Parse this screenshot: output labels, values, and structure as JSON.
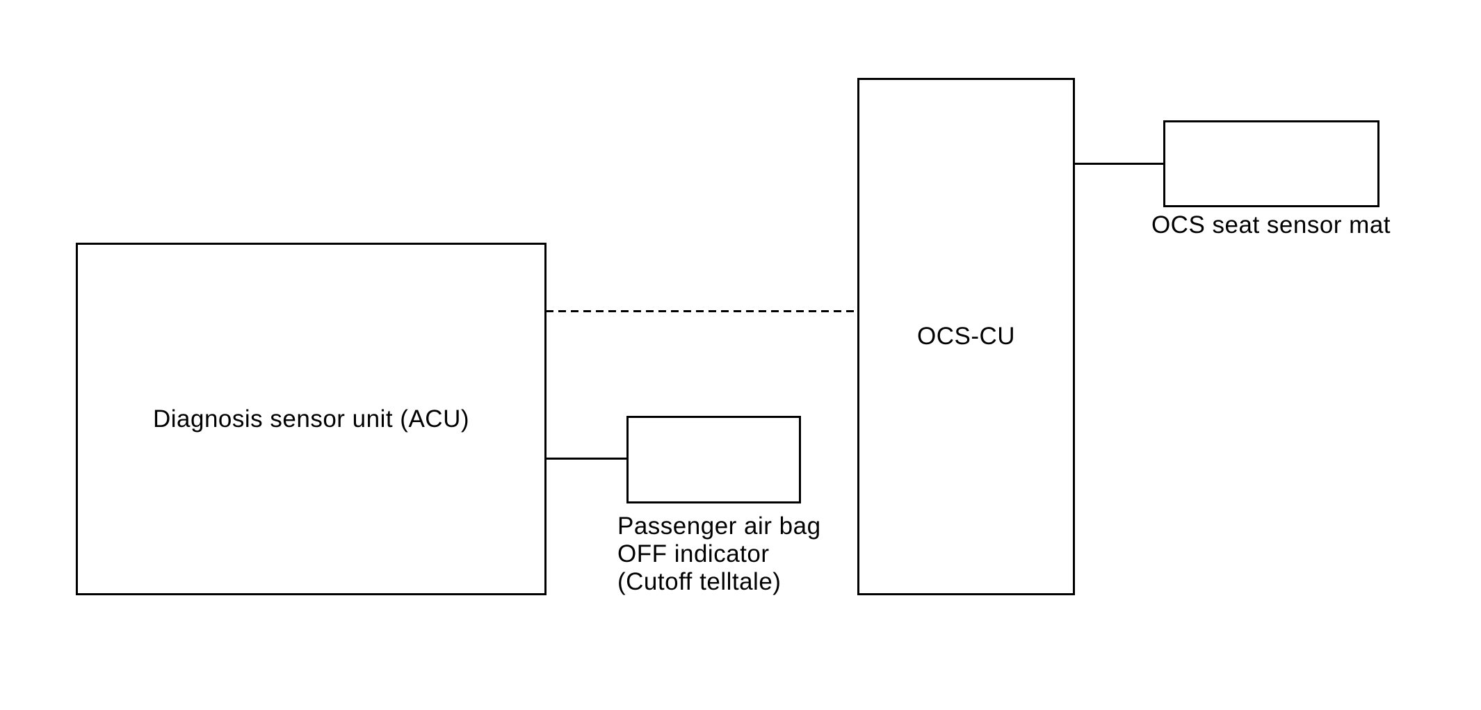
{
  "diagram": {
    "background_color": "#ffffff",
    "line_color": "#000000",
    "text_color": "#000000",
    "nodes": [
      {
        "id": "diagnosis-sensor-unit",
        "label": "Diagnosis sensor unit (ACU)",
        "shape": "rect",
        "label_placement": "inside"
      },
      {
        "id": "ocs-cu",
        "label": "OCS-CU",
        "shape": "rect",
        "label_placement": "inside"
      },
      {
        "id": "ocs-seat-sensor-mat",
        "label": "OCS seat sensor mat",
        "shape": "rect",
        "label_placement": "below"
      },
      {
        "id": "passenger-airbag-off-indicator",
        "label": "Passenger air bag OFF indicator (Cutoff telltale)",
        "label_lines": [
          "Passenger air bag",
          "OFF indicator",
          "(Cutoff telltale)"
        ],
        "shape": "rect",
        "label_placement": "below"
      }
    ],
    "connections": [
      {
        "from": "diagnosis-sensor-unit",
        "to": "ocs-cu",
        "style": "dashed"
      },
      {
        "from": "diagnosis-sensor-unit",
        "to": "passenger-airbag-off-indicator",
        "style": "solid"
      },
      {
        "from": "ocs-cu",
        "to": "ocs-seat-sensor-mat",
        "style": "solid"
      }
    ]
  }
}
